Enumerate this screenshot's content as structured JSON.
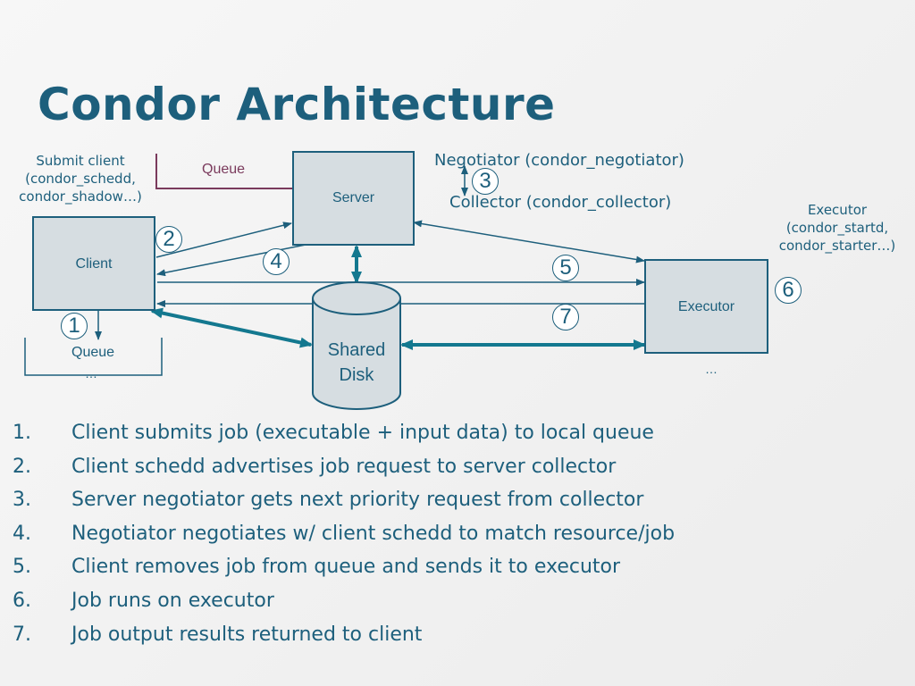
{
  "title": "Condor Architecture",
  "diagram": {
    "submit_client_label": [
      "Submit client",
      "(condor_schedd,",
      "condor_shadow…)"
    ],
    "server_queue_label": "Queue",
    "server_label": "Server",
    "negotiator_label": "Negotiator (condor_negotiator)",
    "collector_label": "Collector (condor_collector)",
    "executor_caption": [
      "Executor",
      "(condor_startd,",
      "condor_starter…)"
    ],
    "client_label": "Client",
    "client_queue_label": "Queue",
    "client_ellipsis": "…",
    "shared_disk_label": [
      "Shared",
      "Disk"
    ],
    "executor_label": "Executor",
    "executor_ellipsis": "…",
    "step_badges": [
      "1",
      "2",
      "3",
      "4",
      "5",
      "6",
      "7"
    ]
  },
  "steps": [
    {
      "number": "1.",
      "text": "Client submits job (executable + input data) to local queue"
    },
    {
      "number": "2.",
      "text": "Client schedd advertises job request to server collector"
    },
    {
      "number": "3.",
      "text": "Server negotiator gets next priority request from collector"
    },
    {
      "number": "4.",
      "text": "Negotiator negotiates w/ client schedd to match resource/job"
    },
    {
      "number": "5.",
      "text": "Client removes job from queue and sends it to executor"
    },
    {
      "number": "6.",
      "text": "Job runs on executor"
    },
    {
      "number": "7.",
      "text": "Job output results returned to client"
    }
  ],
  "colors": {
    "text": "#1d5f7c",
    "box_fill": "#d6dde1",
    "thin_arrow": "#1d5f7c",
    "thick_arrow": "#13788f",
    "server_queue_line": "#7a3a5c"
  }
}
